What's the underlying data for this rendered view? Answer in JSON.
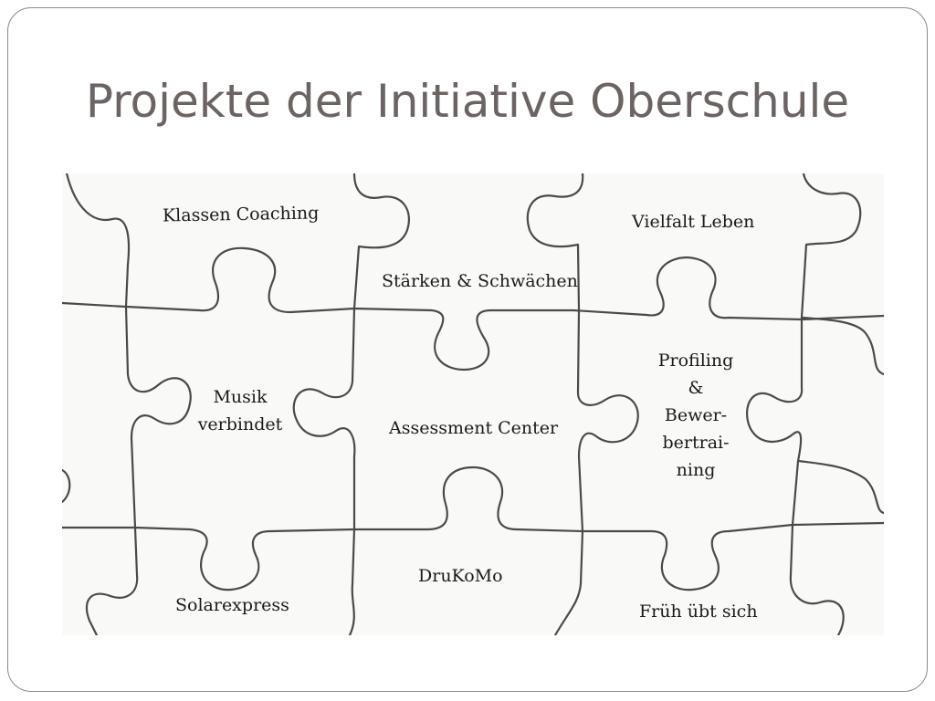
{
  "slide": {
    "title": "Projekte der Initiative Oberschule"
  },
  "puzzle": {
    "pieces": [
      {
        "label": "Klassen Coaching"
      },
      {
        "label": "Stärken & Schwächen"
      },
      {
        "label": "Vielfalt Leben"
      },
      {
        "label": "Musik",
        "label2": "verbindet"
      },
      {
        "label": "Assessment Center"
      },
      {
        "lines": [
          "Profiling",
          "&",
          "Bewer-",
          "bertrai-",
          "ning"
        ]
      },
      {
        "label": "Solarexpress"
      },
      {
        "label": "DruKoMo"
      },
      {
        "label": "Früh übt sich"
      }
    ]
  }
}
